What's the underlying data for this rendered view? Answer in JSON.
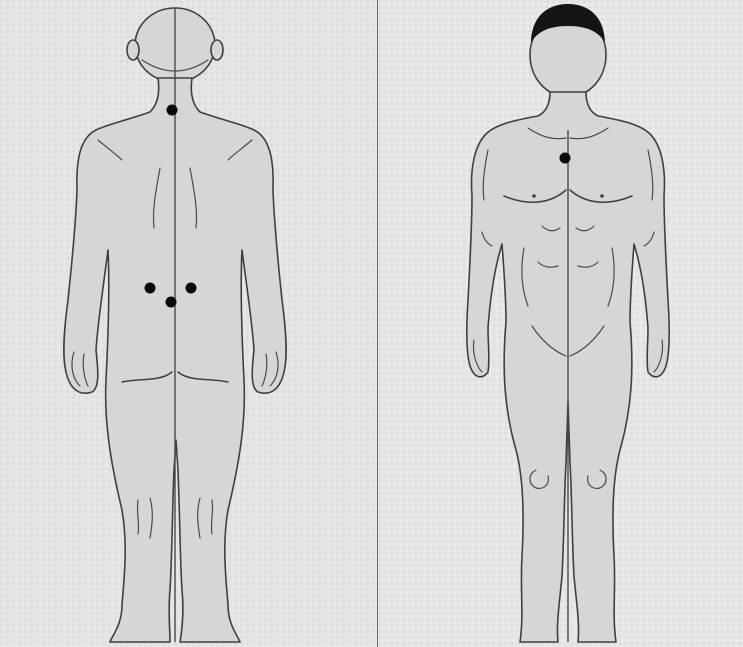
{
  "figure": {
    "views": [
      {
        "view": "back",
        "marked_points": 4
      },
      {
        "view": "front",
        "marked_points": 1
      }
    ],
    "colors": {
      "background": "#e6e6e6",
      "body_fill": "#d6d6d6",
      "outline": "#3f3f3f",
      "marker": "#0a0a0a",
      "divider": "#6a6a6a"
    }
  }
}
